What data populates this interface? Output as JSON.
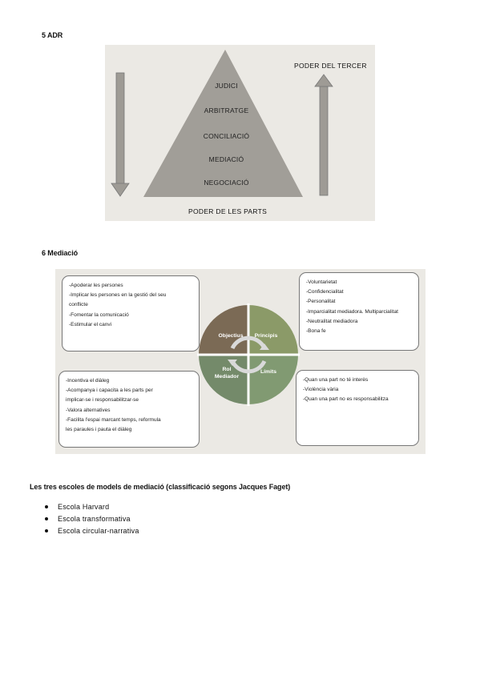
{
  "section_adr": {
    "heading": "5 ADR",
    "pyramid_levels": [
      "JUDICI",
      "ARBITRATGE",
      "CONCILIACIÓ",
      "MEDIACIÓ",
      "NEGOCIACIÓ"
    ],
    "top_label": "PODER DEL TERCER",
    "bottom_label": "PODER DE LES PARTS"
  },
  "section_mediacio": {
    "heading": "6 Mediació",
    "wheel": {
      "q1": "Objectius",
      "q2": "Principis",
      "q3": "Rol Mediador",
      "q4": "Límits",
      "colors": {
        "q1": "#7b6a55",
        "q2": "#8b9a68",
        "q3": "#748a6a",
        "q4": "#819a72"
      }
    },
    "box_objectius": [
      "-Apoderar les persones",
      "-Implicar les persones en la gestió del seu",
      "conflicte",
      "-Fomentar la comunicació",
      "-Estimular el canvi"
    ],
    "box_principis": [
      "-Voluntarietat",
      "-Confidencialitat",
      "-Personalitat",
      "-Imparcialitat mediadora. Multiparcialitat",
      "-Neutralitat mediadora",
      "-Bona fe"
    ],
    "box_rol": [
      "-Incentiva el diàleg",
      "-Acompanya i capacita a les parts per",
      "implicar-se i responsabilitzar-se",
      "-Valora alternatives",
      "-Facilita l'espai marcant temps, reformula",
      "les paraules i pauta el diàleg"
    ],
    "box_limits": [
      "-Quan una part no té interès",
      "-Violència vària",
      "-Quan una part no es responsabilitza"
    ]
  },
  "section_escoles": {
    "heading": "Les tres escoles de models de mediació (classificació segons Jacques Faget)",
    "items": [
      "Escola Harvard",
      "Escola transformativa",
      "Escola circular-narrativa"
    ]
  }
}
